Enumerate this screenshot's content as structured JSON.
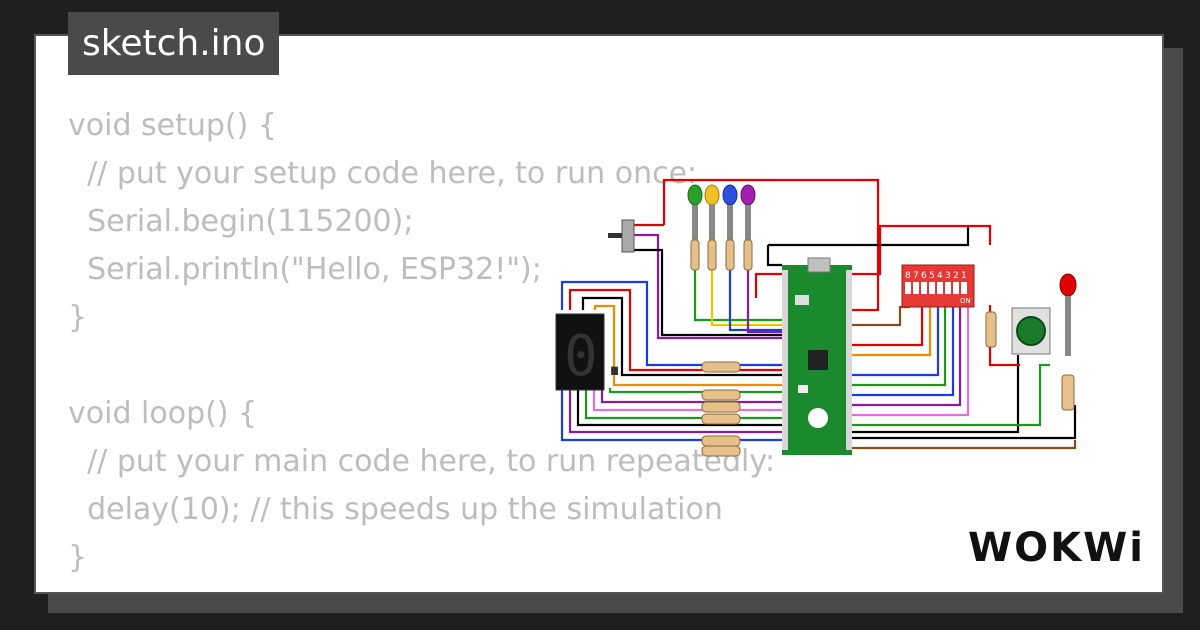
{
  "title": "sketch.ino",
  "code_lines": [
    "void setup() {",
    "  // put your setup code here, to run once:",
    "  Serial.begin(115200);",
    "  Serial.println(\"Hello, ESP32!\");",
    "}",
    "",
    "void loop() {",
    "  // put your main code here, to run repeatedly:",
    "  delay(10); // this speeds up the simulation",
    "}"
  ],
  "brand": "WOKWi",
  "dip_switch": {
    "numbers": [
      "8",
      "7",
      "6",
      "5",
      "4",
      "3",
      "2",
      "1"
    ],
    "on_label": "ON"
  },
  "seven_segment_digit": "0.",
  "colors": {
    "background": "#1f1f1f",
    "card": "#ffffff",
    "code_text": "#bdbdbd",
    "tag_bg": "#4a4a4a",
    "pico_board": "#1b8a2e",
    "dip_switch": "#e53935",
    "wire_red": "#e00000",
    "wire_blue": "#1a3de0",
    "wire_black": "#000000",
    "wire_green": "#1a9a1a",
    "wire_purple": "#8a1aa0",
    "wire_orange": "#f08c00",
    "wire_yellow": "#e8c800",
    "wire_brown": "#8a4a1a"
  },
  "leds": [
    "green",
    "yellow",
    "blue",
    "purple",
    "red"
  ]
}
